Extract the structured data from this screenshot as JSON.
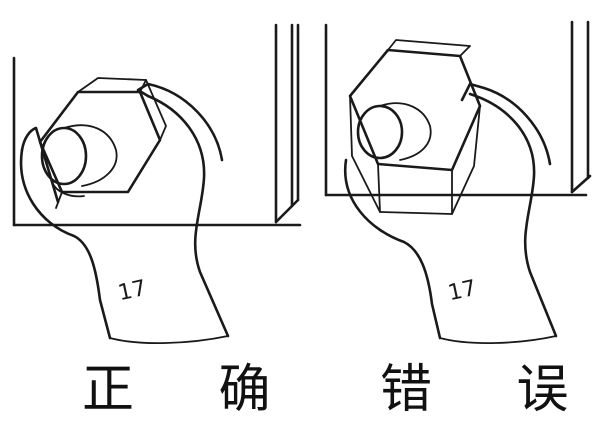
{
  "panels": [
    {
      "id": "left",
      "caption": "正 确",
      "wrench_size_mark": "17",
      "fit": "correct"
    },
    {
      "id": "right",
      "caption": "错 误",
      "wrench_size_mark": "17",
      "fit": "incorrect"
    }
  ],
  "colors": {
    "ink": "#1a1a1a",
    "background": "#ffffff"
  }
}
